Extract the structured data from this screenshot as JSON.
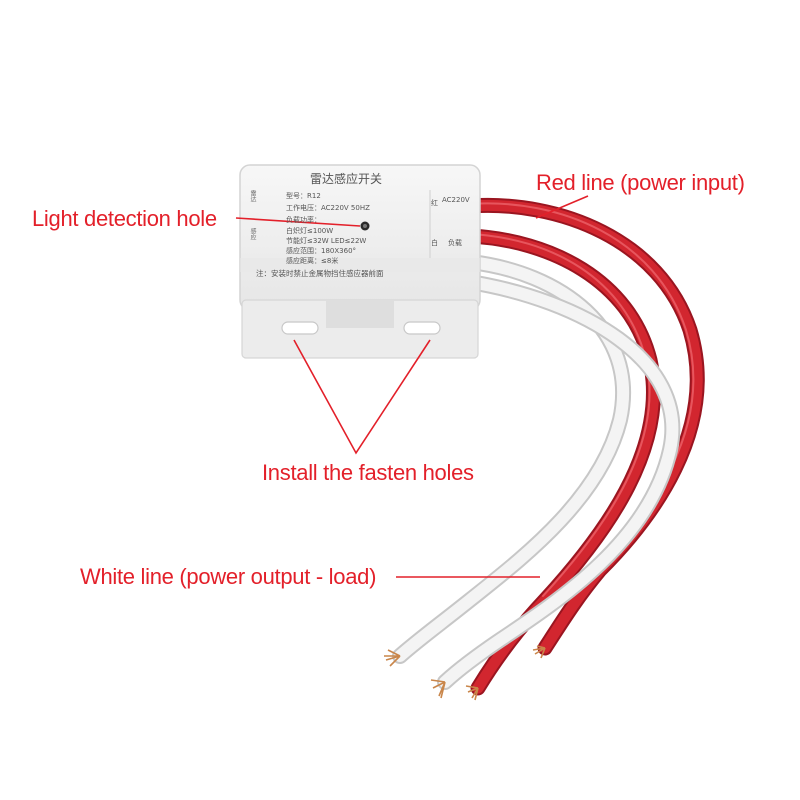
{
  "labels": {
    "light_detection": "Light detection hole",
    "red_line": "Red line (power input)",
    "fasten_holes": "Install the  fasten holes",
    "white_line": "White line (power output - load)"
  },
  "device": {
    "title": "雷达感应开关",
    "model": "型号：R12",
    "voltage": "工作电压：AC220V   50HZ",
    "load_power": "负载功率：",
    "incandescent": "白炽灯≤100W",
    "energy_saving": "节能灯≤32W   LED≤22W",
    "range": "感应范围：180X360°",
    "distance": "感应距离：≤8米",
    "note": "注：安装时禁止金属物挡住感应器前面",
    "terminal_red": "红",
    "terminal_red_spec": "AC220V",
    "terminal_white": "白",
    "terminal_white_spec": "负载",
    "left_marks": [
      "雷达",
      "感应"
    ]
  },
  "colors": {
    "label": "#e3202a",
    "red_wire": "#c8202c",
    "white_wire": "#e6e6e6",
    "housing": "#f1f1f1",
    "copper": "#c9864a"
  }
}
